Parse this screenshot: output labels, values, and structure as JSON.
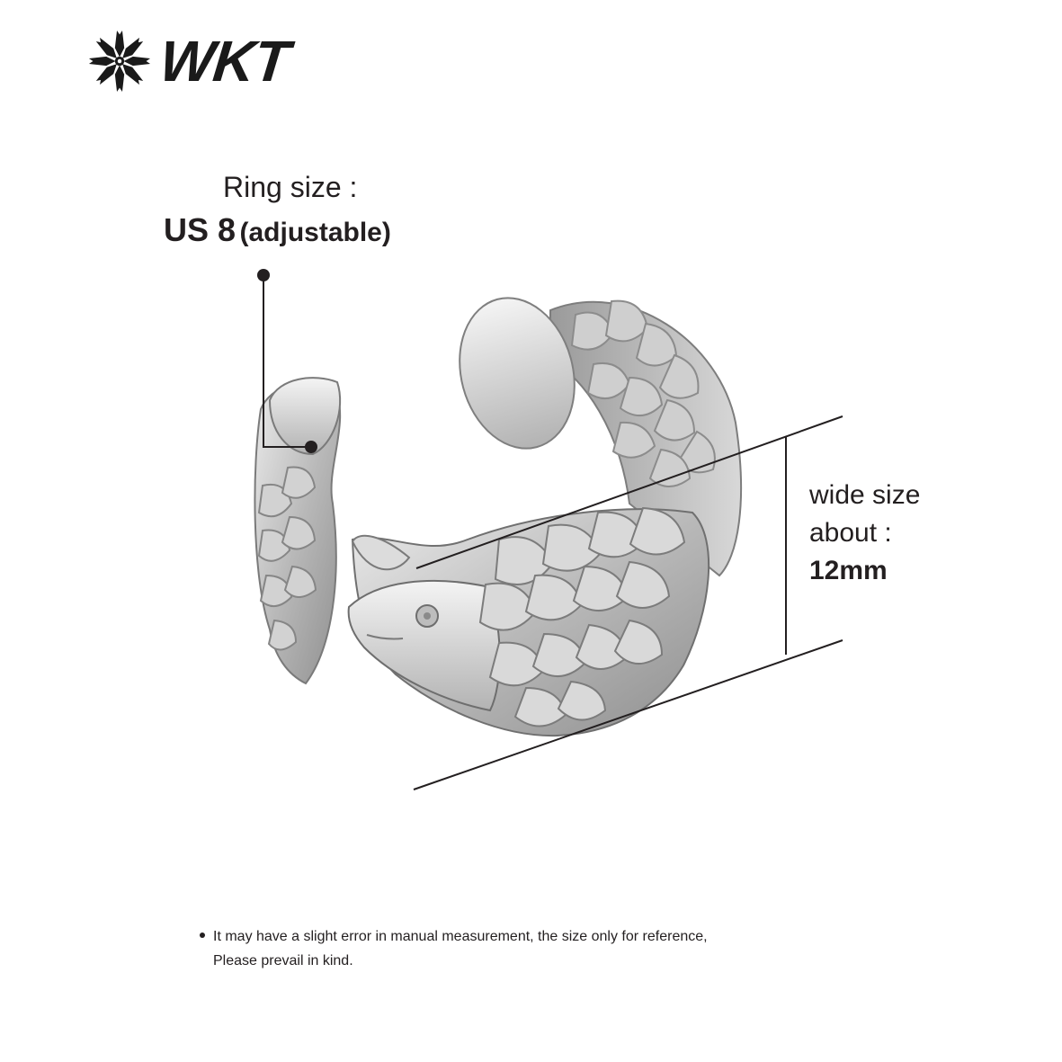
{
  "brand": {
    "name": "WKT",
    "logo_icon": "snowflake-star-icon"
  },
  "ring_size": {
    "label": "Ring size :",
    "value_main": "US 8",
    "value_note": "(adjustable)"
  },
  "wide_size": {
    "line1": "wide size",
    "line2": "about :",
    "value": "12mm"
  },
  "note": {
    "line1": "It may have a slight error in manual measurement, the size only for reference,",
    "line2": "Please prevail in kind."
  },
  "product": {
    "image": "fish-scale-ring-photo"
  },
  "colors": {
    "text": "#231f20",
    "metal": "#c9c9c9"
  }
}
